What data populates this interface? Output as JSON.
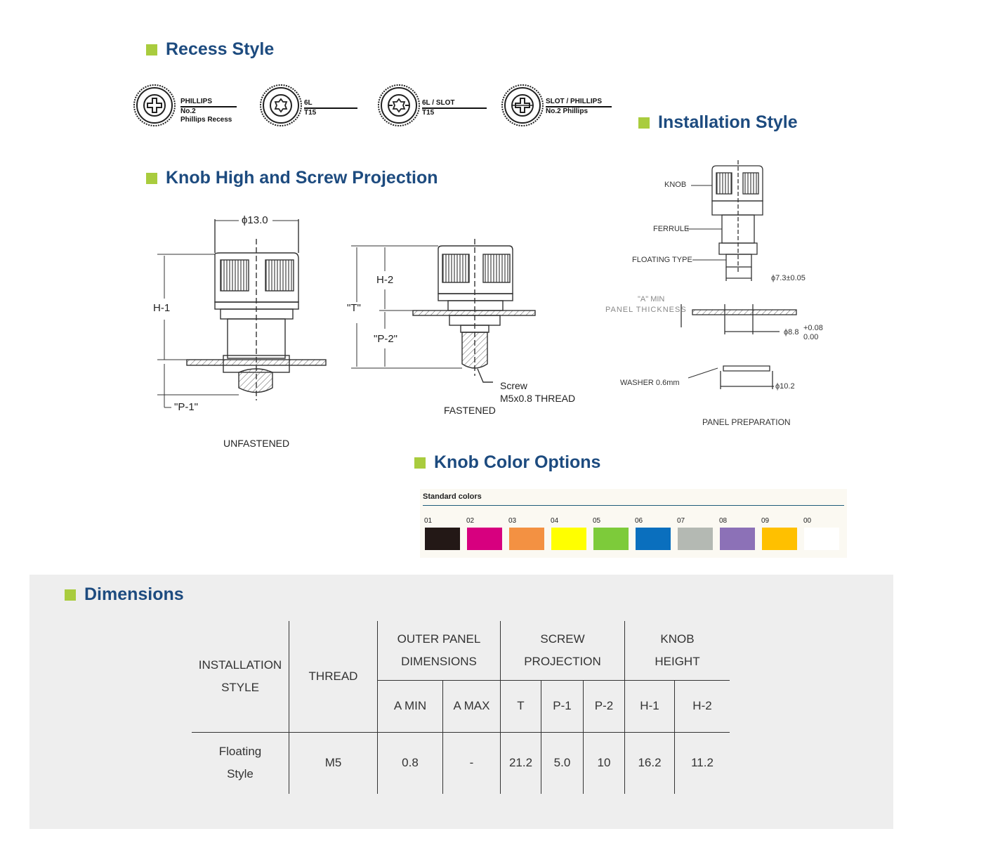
{
  "sections": {
    "recess": "Recess Style",
    "knob_projection": "Knob High and Screw Projection",
    "installation": "Installation Style",
    "knob_colors": "Knob Color Options",
    "dimensions": "Dimensions"
  },
  "recess_styles": [
    {
      "top": "PHILLIPS",
      "l1": "No.2",
      "l2": "Phillips Recess"
    },
    {
      "top": "6L",
      "l1": "T15",
      "l2": ""
    },
    {
      "top": "6L / SLOT",
      "l1": "T15",
      "l2": ""
    },
    {
      "top": "SLOT / PHILLIPS",
      "l1": "No.2 Phillips",
      "l2": ""
    }
  ],
  "projection_drawing": {
    "diameter": "ϕ13.0",
    "h1": "H-1",
    "p1": "\"P-1\"",
    "h2": "H-2",
    "t": "\"T\"",
    "p2": "\"P-2\"",
    "screw_l1": "Screw",
    "screw_l2": "M5x0.8 THREAD",
    "fastened": "FASTENED",
    "unfastened": "UNFASTENED"
  },
  "installation_drawing": {
    "knob": "KNOB",
    "ferrule": "FERRULE",
    "floating": "FLOATING TYPE",
    "d73": "ϕ7.3±0.05",
    "amin": "\"A\" MIN",
    "panel_thickness": "PANEL THICKNESS",
    "d88": "ϕ8.8",
    "tol_up": "+0.08",
    "tol_dn": "0.00",
    "washer": "WASHER 0.6mm",
    "d102": "ϕ10.2",
    "panel_prep": "PANEL PREPARATION"
  },
  "colors": {
    "header": "Standard colors",
    "swatches": [
      {
        "code": "01",
        "color": "#231816"
      },
      {
        "code": "02",
        "color": "#d7007f"
      },
      {
        "code": "03",
        "color": "#f39142"
      },
      {
        "code": "04",
        "color": "#ffff00"
      },
      {
        "code": "05",
        "color": "#7dcb3a"
      },
      {
        "code": "06",
        "color": "#0a6fbe"
      },
      {
        "code": "07",
        "color": "#b4b9b3"
      },
      {
        "code": "08",
        "color": "#8c71b7"
      },
      {
        "code": "09",
        "color": "#ffc000"
      },
      {
        "code": "00",
        "color": "#ffffff"
      }
    ]
  },
  "dimensions_table": {
    "installation_style": [
      "INSTALLATION",
      "STYLE"
    ],
    "thread": "THREAD",
    "outer_panel": [
      "OUTER  PANEL",
      "DIMENSIONS"
    ],
    "screw_projection": [
      "SCREW",
      "PROJECTION"
    ],
    "knob_height": [
      "KNOB",
      "HEIGHT"
    ],
    "sub": [
      "A MIN",
      "A MAX",
      "T",
      "P-1",
      "P-2",
      "H-1",
      "H-2"
    ],
    "row": {
      "style": [
        "Floating",
        "Style"
      ],
      "thread": "M5",
      "values": [
        "0.8",
        "-",
        "21.2",
        "5.0",
        "10",
        "16.2",
        "11.2"
      ]
    }
  },
  "accent_colors": {
    "title": "#1d4b7f",
    "bullet": "#a9cc3e"
  }
}
